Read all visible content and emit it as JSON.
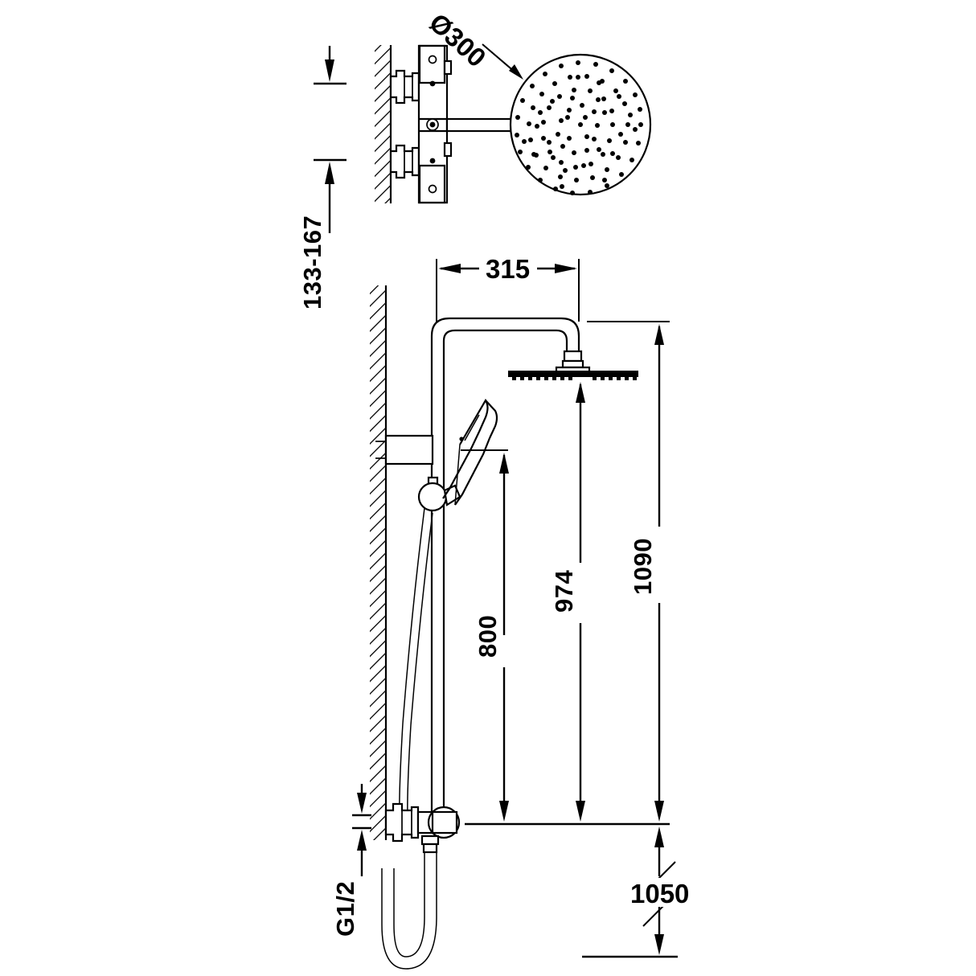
{
  "drawing": {
    "title": "Shower column technical drawing",
    "units": "mm",
    "line_color": "#000000",
    "background_color": "#ffffff",
    "views": [
      {
        "name": "top-side-view",
        "description": "Side view of thermostatic mixer with round rain head"
      },
      {
        "name": "main-elevation",
        "description": "Front/side elevation of shower column with riser, rain head, hand shower and hose"
      }
    ]
  },
  "dimensions": {
    "diameter_head": {
      "label": "Ø300",
      "value": 300,
      "rotation": -40,
      "leader": true
    },
    "mixer_height_range": {
      "label": "133-167",
      "value_min": 133,
      "value_max": 167,
      "rotation": -90
    },
    "arm_projection": {
      "label": "315",
      "value": 315,
      "rotation": 0
    },
    "handshower_height": {
      "label": "800",
      "value": 800,
      "rotation": -90
    },
    "rain_head_height": {
      "label": "974",
      "value": 974,
      "rotation": -90
    },
    "overall_height": {
      "label": "1090",
      "value": 1090,
      "rotation": -90
    },
    "inlet_to_floor": {
      "label": "1050",
      "value": 1050,
      "rotation": 0
    },
    "connection_thread": {
      "label": "G1/2",
      "rotation": -90
    }
  },
  "labels": {
    "diameter": "Ø300",
    "range": "133-167",
    "projection": "315",
    "hand": "800",
    "rain": "974",
    "overall": "1090",
    "floor": "1050",
    "thread": "G1/2"
  },
  "components": {
    "wall": "hatched-wall",
    "mixer": "thermostatic-mixer-body",
    "rain_head_round": "round-rain-shower-head",
    "rain_head_flat": "flat-rain-shower-head",
    "riser": "riser-pipe",
    "hand_shower": "hand-shower",
    "slider": "slide-bar-holder",
    "hose": "flexible-hose",
    "outlet": "wall-outlet-elbow"
  }
}
